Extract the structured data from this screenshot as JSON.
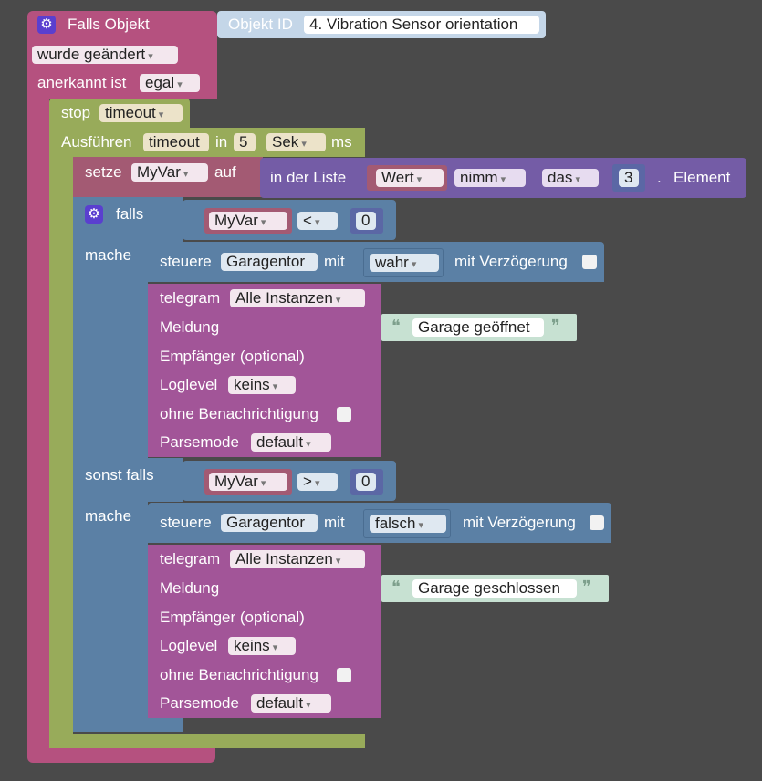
{
  "trigger": {
    "title": "Falls Objekt",
    "object_label": "Objekt ID",
    "object_value": "4. Vibration Sensor orientation",
    "changed_value": "wurde geändert",
    "ack_label": "anerkannt ist",
    "ack_value": "egal"
  },
  "stop": {
    "label": "stop",
    "value": "timeout"
  },
  "timeout": {
    "label": "Ausführen",
    "name": "timeout",
    "in_label": "in",
    "delay": "5",
    "unit": "Sek",
    "ms_label": "ms"
  },
  "setvar": {
    "label": "setze",
    "var": "MyVar",
    "auf_label": "auf",
    "list_label": "in der Liste",
    "list_value": "Wert",
    "take": "nimm",
    "article": "das",
    "index": "3",
    "dot": ".",
    "element_label": "Element"
  },
  "if": {
    "falls_label": "falls",
    "mache_label": "mache",
    "elseif_label": "sonst falls",
    "cond1": {
      "var": "MyVar",
      "op": "<",
      "num": "0"
    },
    "cond2": {
      "var": "MyVar",
      "op": ">",
      "num": "0"
    }
  },
  "control1": {
    "label": "steuere",
    "target": "Garagentor",
    "mit_label": "mit",
    "value": "wahr",
    "delay_label": "mit Verzögerung"
  },
  "control2": {
    "label": "steuere",
    "target": "Garagentor",
    "mit_label": "mit",
    "value": "falsch",
    "delay_label": "mit Verzögerung"
  },
  "telegram1": {
    "label": "telegram",
    "instance": "Alle Instanzen",
    "message_label": "Meldung",
    "message": "Garage geöffnet",
    "recipient_label": "Empfänger (optional)",
    "loglevel_label": "Loglevel",
    "loglevel": "keins",
    "silent_label": "ohne Benachrichtigung",
    "parsemode_label": "Parsemode",
    "parsemode": "default"
  },
  "telegram2": {
    "label": "telegram",
    "instance": "Alle Instanzen",
    "message_label": "Meldung",
    "message": "Garage geschlossen",
    "recipient_label": "Empfänger (optional)",
    "loglevel_label": "Loglevel",
    "loglevel": "keins",
    "silent_label": "ohne Benachrichtigung",
    "parsemode_label": "Parsemode",
    "parsemode": "default"
  },
  "quote_open": "❝",
  "quote_close": "❞",
  "colors": {
    "event": "#b5517f",
    "timeout": "#98ab5a",
    "variable": "#a35a73",
    "list": "#745ca6",
    "logic": "#5b80a5",
    "math": "#5b67a5",
    "text": "#c7e1d2",
    "telegram": "#a25598",
    "background": "#4a4a4a"
  },
  "icons": {
    "gear": "gear-icon",
    "quote": "quote-icon"
  }
}
